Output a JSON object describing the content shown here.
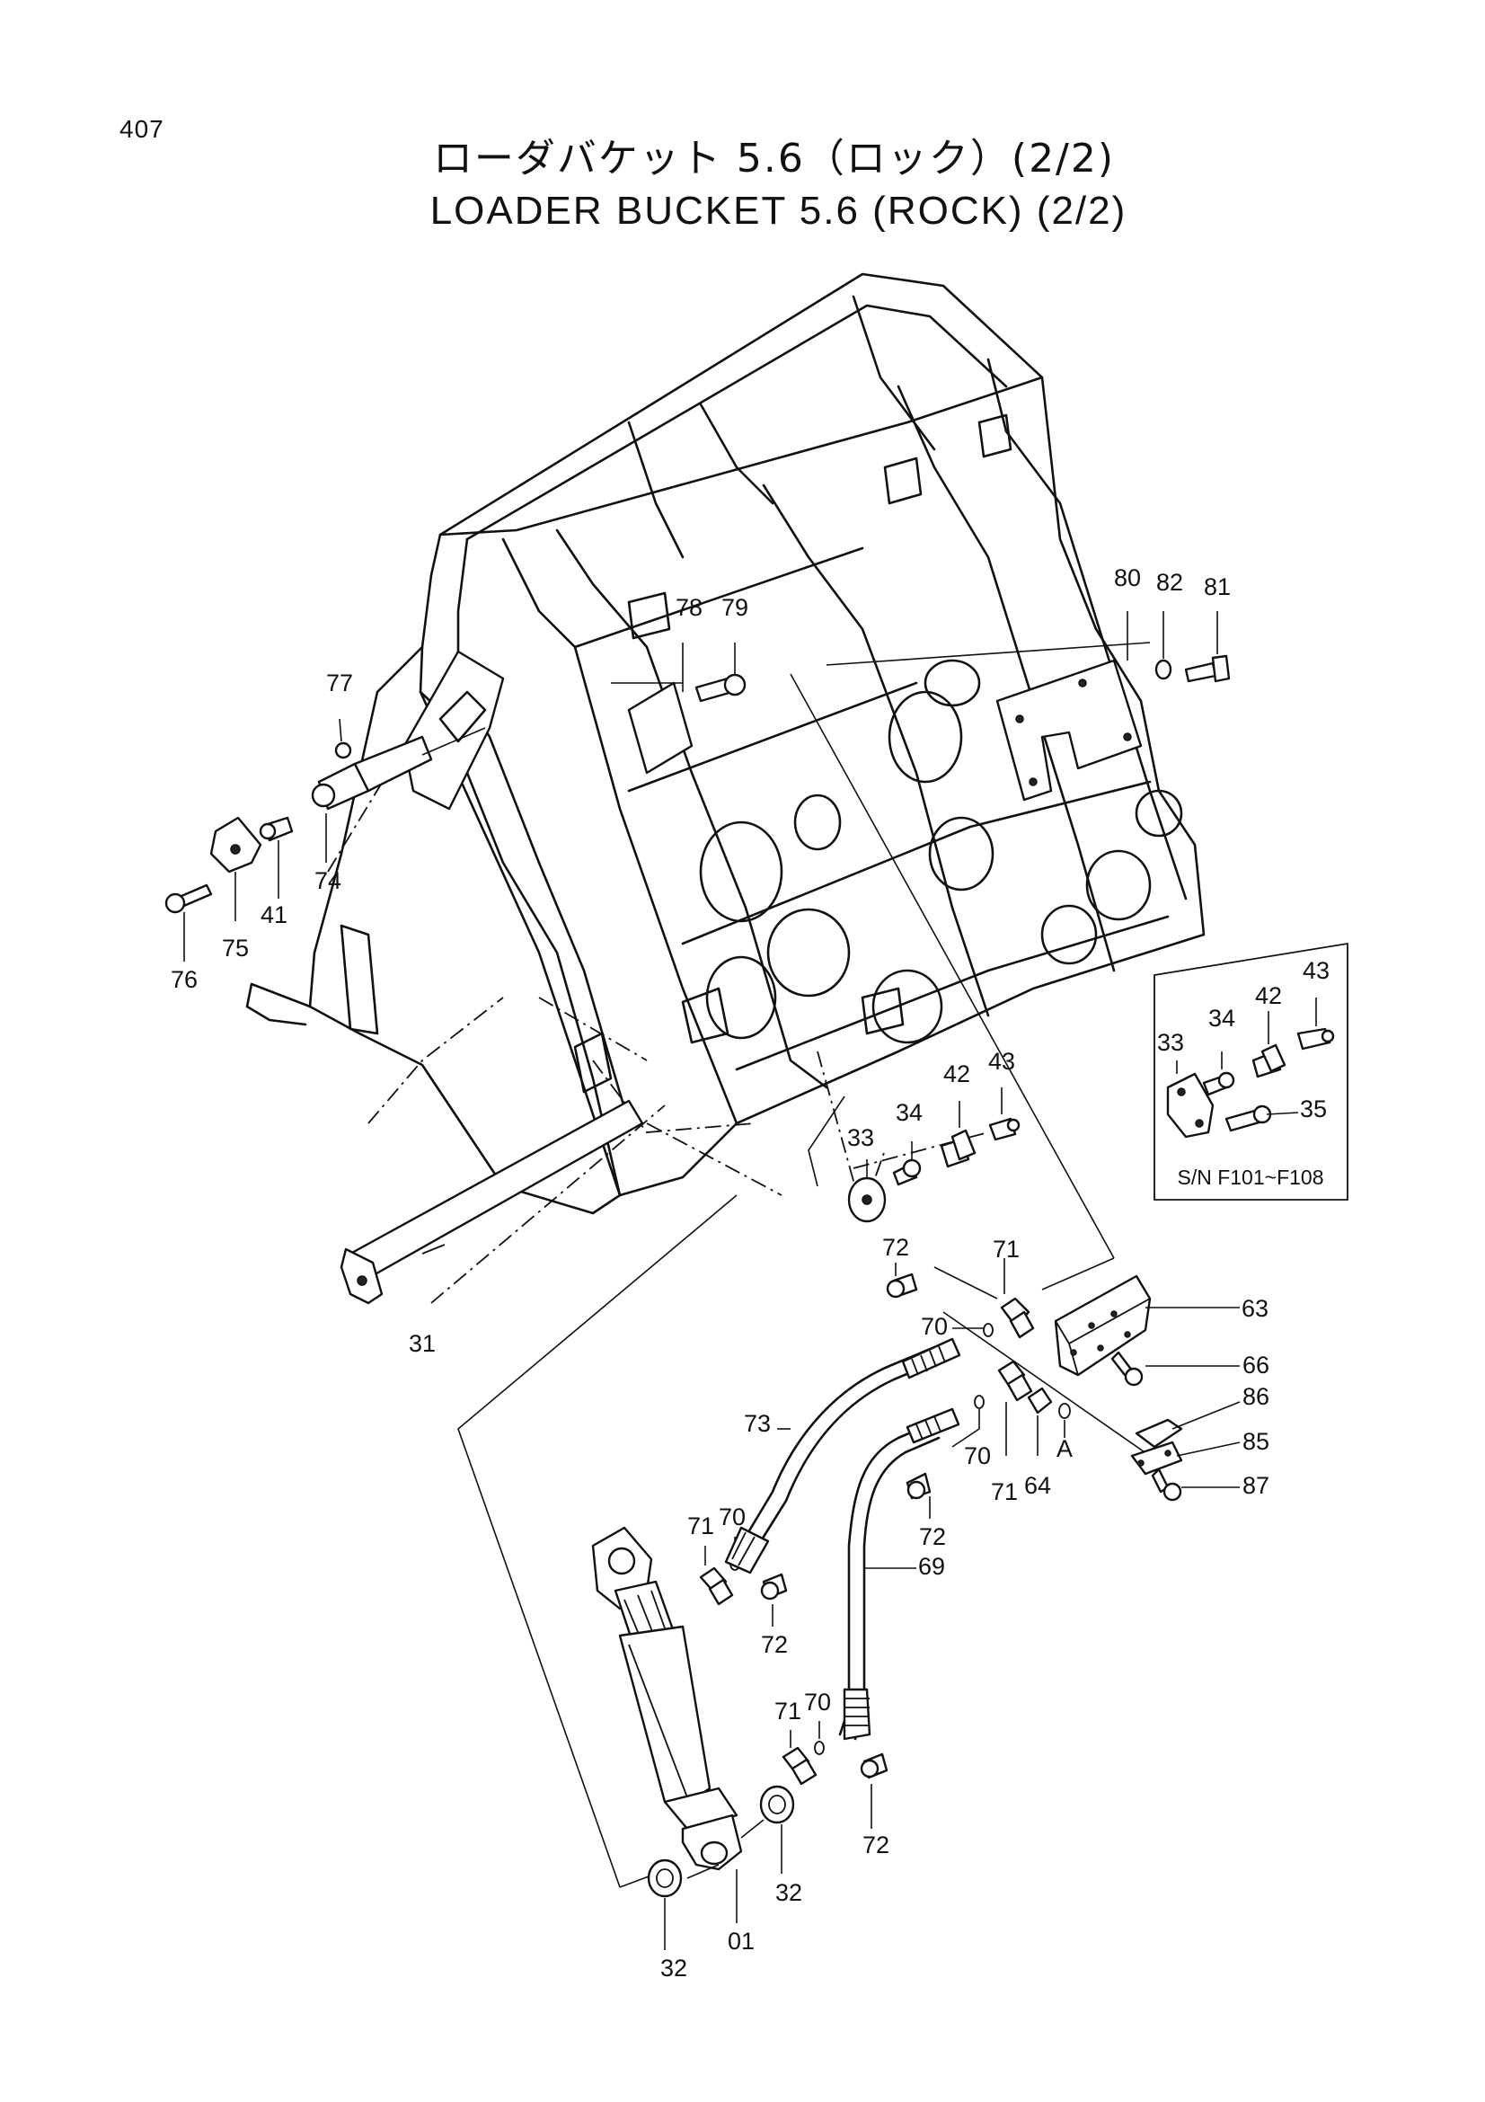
{
  "page_number": "407",
  "title_jp": "ローダバケット 5.6（ロック）(2/2)",
  "title_en": "LOADER BUCKET 5.6 (ROCK) (2/2)",
  "inset_note": "S/N F101~F108",
  "callouts": {
    "p80": "80",
    "p82": "82",
    "p81": "81",
    "p78": "78",
    "p79": "79",
    "p77": "77",
    "p74": "74",
    "p41": "41",
    "p75": "75",
    "p76": "76",
    "p43_inset": "43",
    "p42_inset": "42",
    "p34_inset": "34",
    "p33_inset": "33",
    "p35_inset": "35",
    "p43": "43",
    "p42": "42",
    "p34": "34",
    "p33": "33",
    "p31": "31",
    "p72_top": "72",
    "p71_top": "71",
    "p63": "63",
    "p70_top": "70",
    "p66": "66",
    "p73": "73",
    "p86": "86",
    "p85": "85",
    "pA": "A",
    "p70_mid": "70",
    "p87": "87",
    "p71_mid": "71",
    "p64": "64",
    "p72_mid": "72",
    "p71_left": "71",
    "p70_left": "70",
    "p69": "69",
    "p72_left": "72",
    "p71_low": "71",
    "p70_low": "70",
    "p72_low": "72",
    "p32_right": "32",
    "p01": "01",
    "p32_left": "32"
  }
}
